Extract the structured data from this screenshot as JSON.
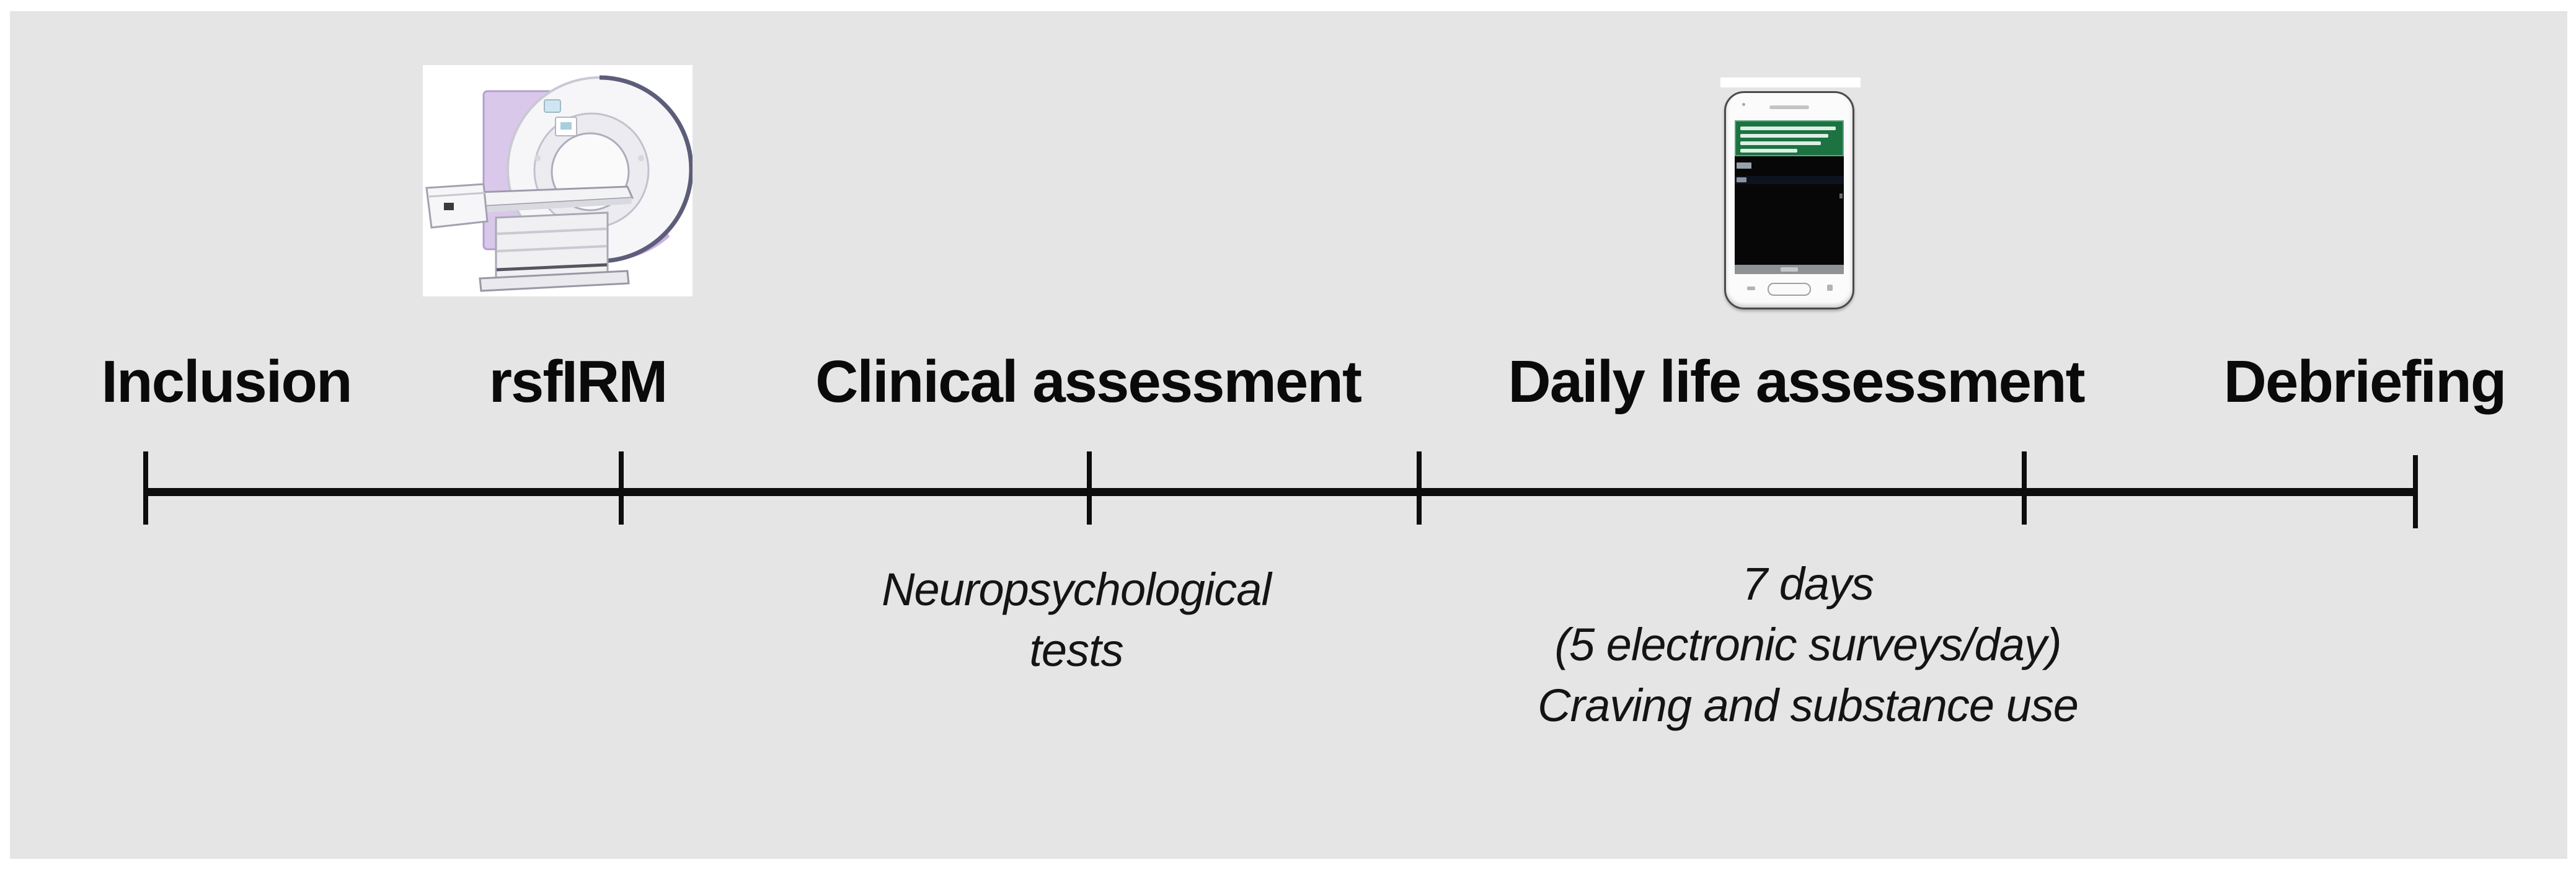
{
  "figure": {
    "type": "study-timeline-diagram",
    "colors": {
      "page_background": "#ffffff",
      "panel_background": "#e5e5e5",
      "timeline": "#0d0d0d",
      "phone_banner_green": "#1c7241",
      "mri_lavender": "#d9c8ea"
    }
  },
  "phases": [
    {
      "label": "Inclusion"
    },
    {
      "label": "rsfIRM"
    },
    {
      "label": "Clinical assessment"
    },
    {
      "label": "Daily life assessment"
    },
    {
      "label": "Debriefing"
    }
  ],
  "annotations": {
    "clinical": {
      "line1": "Neuropsychological",
      "line2": "tests"
    },
    "daily_life": {
      "line1": "7 days",
      "line2": "(5 electronic surveys/day)",
      "line3": "Craving and substance use"
    }
  },
  "timeline": {
    "tick_count": 6,
    "tick_positions_fraction": [
      0.0,
      0.21,
      0.416,
      0.561,
      0.828,
      1.0
    ]
  },
  "icons": {
    "mri": "mri-scanner-image",
    "phone": "smartphone-image"
  }
}
